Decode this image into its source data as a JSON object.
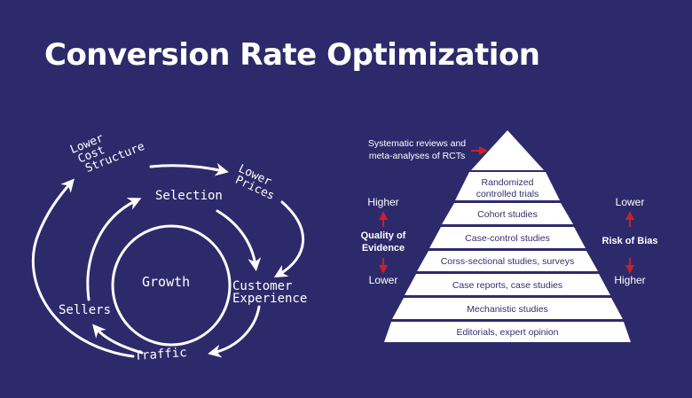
{
  "slide": {
    "title": "Conversion Rate Optimization"
  },
  "flywheel": {
    "center": "Growth",
    "nodes": {
      "lower_cost_structure": [
        "Lower",
        "Cost",
        "Structure"
      ],
      "lower_prices": [
        "Lower",
        "Prices"
      ],
      "selection": "Selection",
      "customer_experience": [
        "Customer",
        "Experience"
      ],
      "traffic": "Traffic",
      "sellers": "Sellers"
    }
  },
  "pyramid": {
    "top_label": [
      "Systematic reviews and",
      "meta-analyses of RCTs"
    ],
    "levels": [
      [
        "Randomized",
        "controlled trials"
      ],
      "Cohort studies",
      "Case-control studies",
      "Corss-sectional studies, surveys",
      "Case reports, case studies",
      "Mechanistic studies",
      "Editorials, expert opinion"
    ],
    "quality": {
      "top": "Higher",
      "label": [
        "Quality of",
        "Evidence"
      ],
      "bottom": "Lower"
    },
    "bias": {
      "top": "Lower",
      "label": "Risk of Bias",
      "bottom": "Higher"
    }
  },
  "colors": {
    "background": "#2d2a6b",
    "arrow_red": "#c8202e",
    "white": "#ffffff",
    "pyramid_text": "#33306e"
  }
}
